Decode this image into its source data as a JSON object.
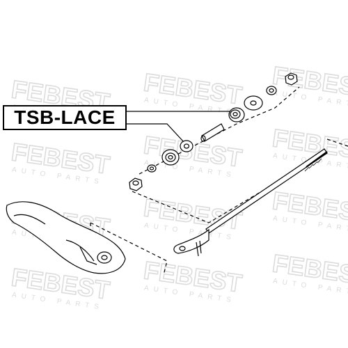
{
  "part_number": "TSB-LACE",
  "watermark": {
    "brand": "FEBEST",
    "tagline": "AUTO PARTS",
    "color": "#dcdcdc"
  },
  "line_color": "#000000"
}
